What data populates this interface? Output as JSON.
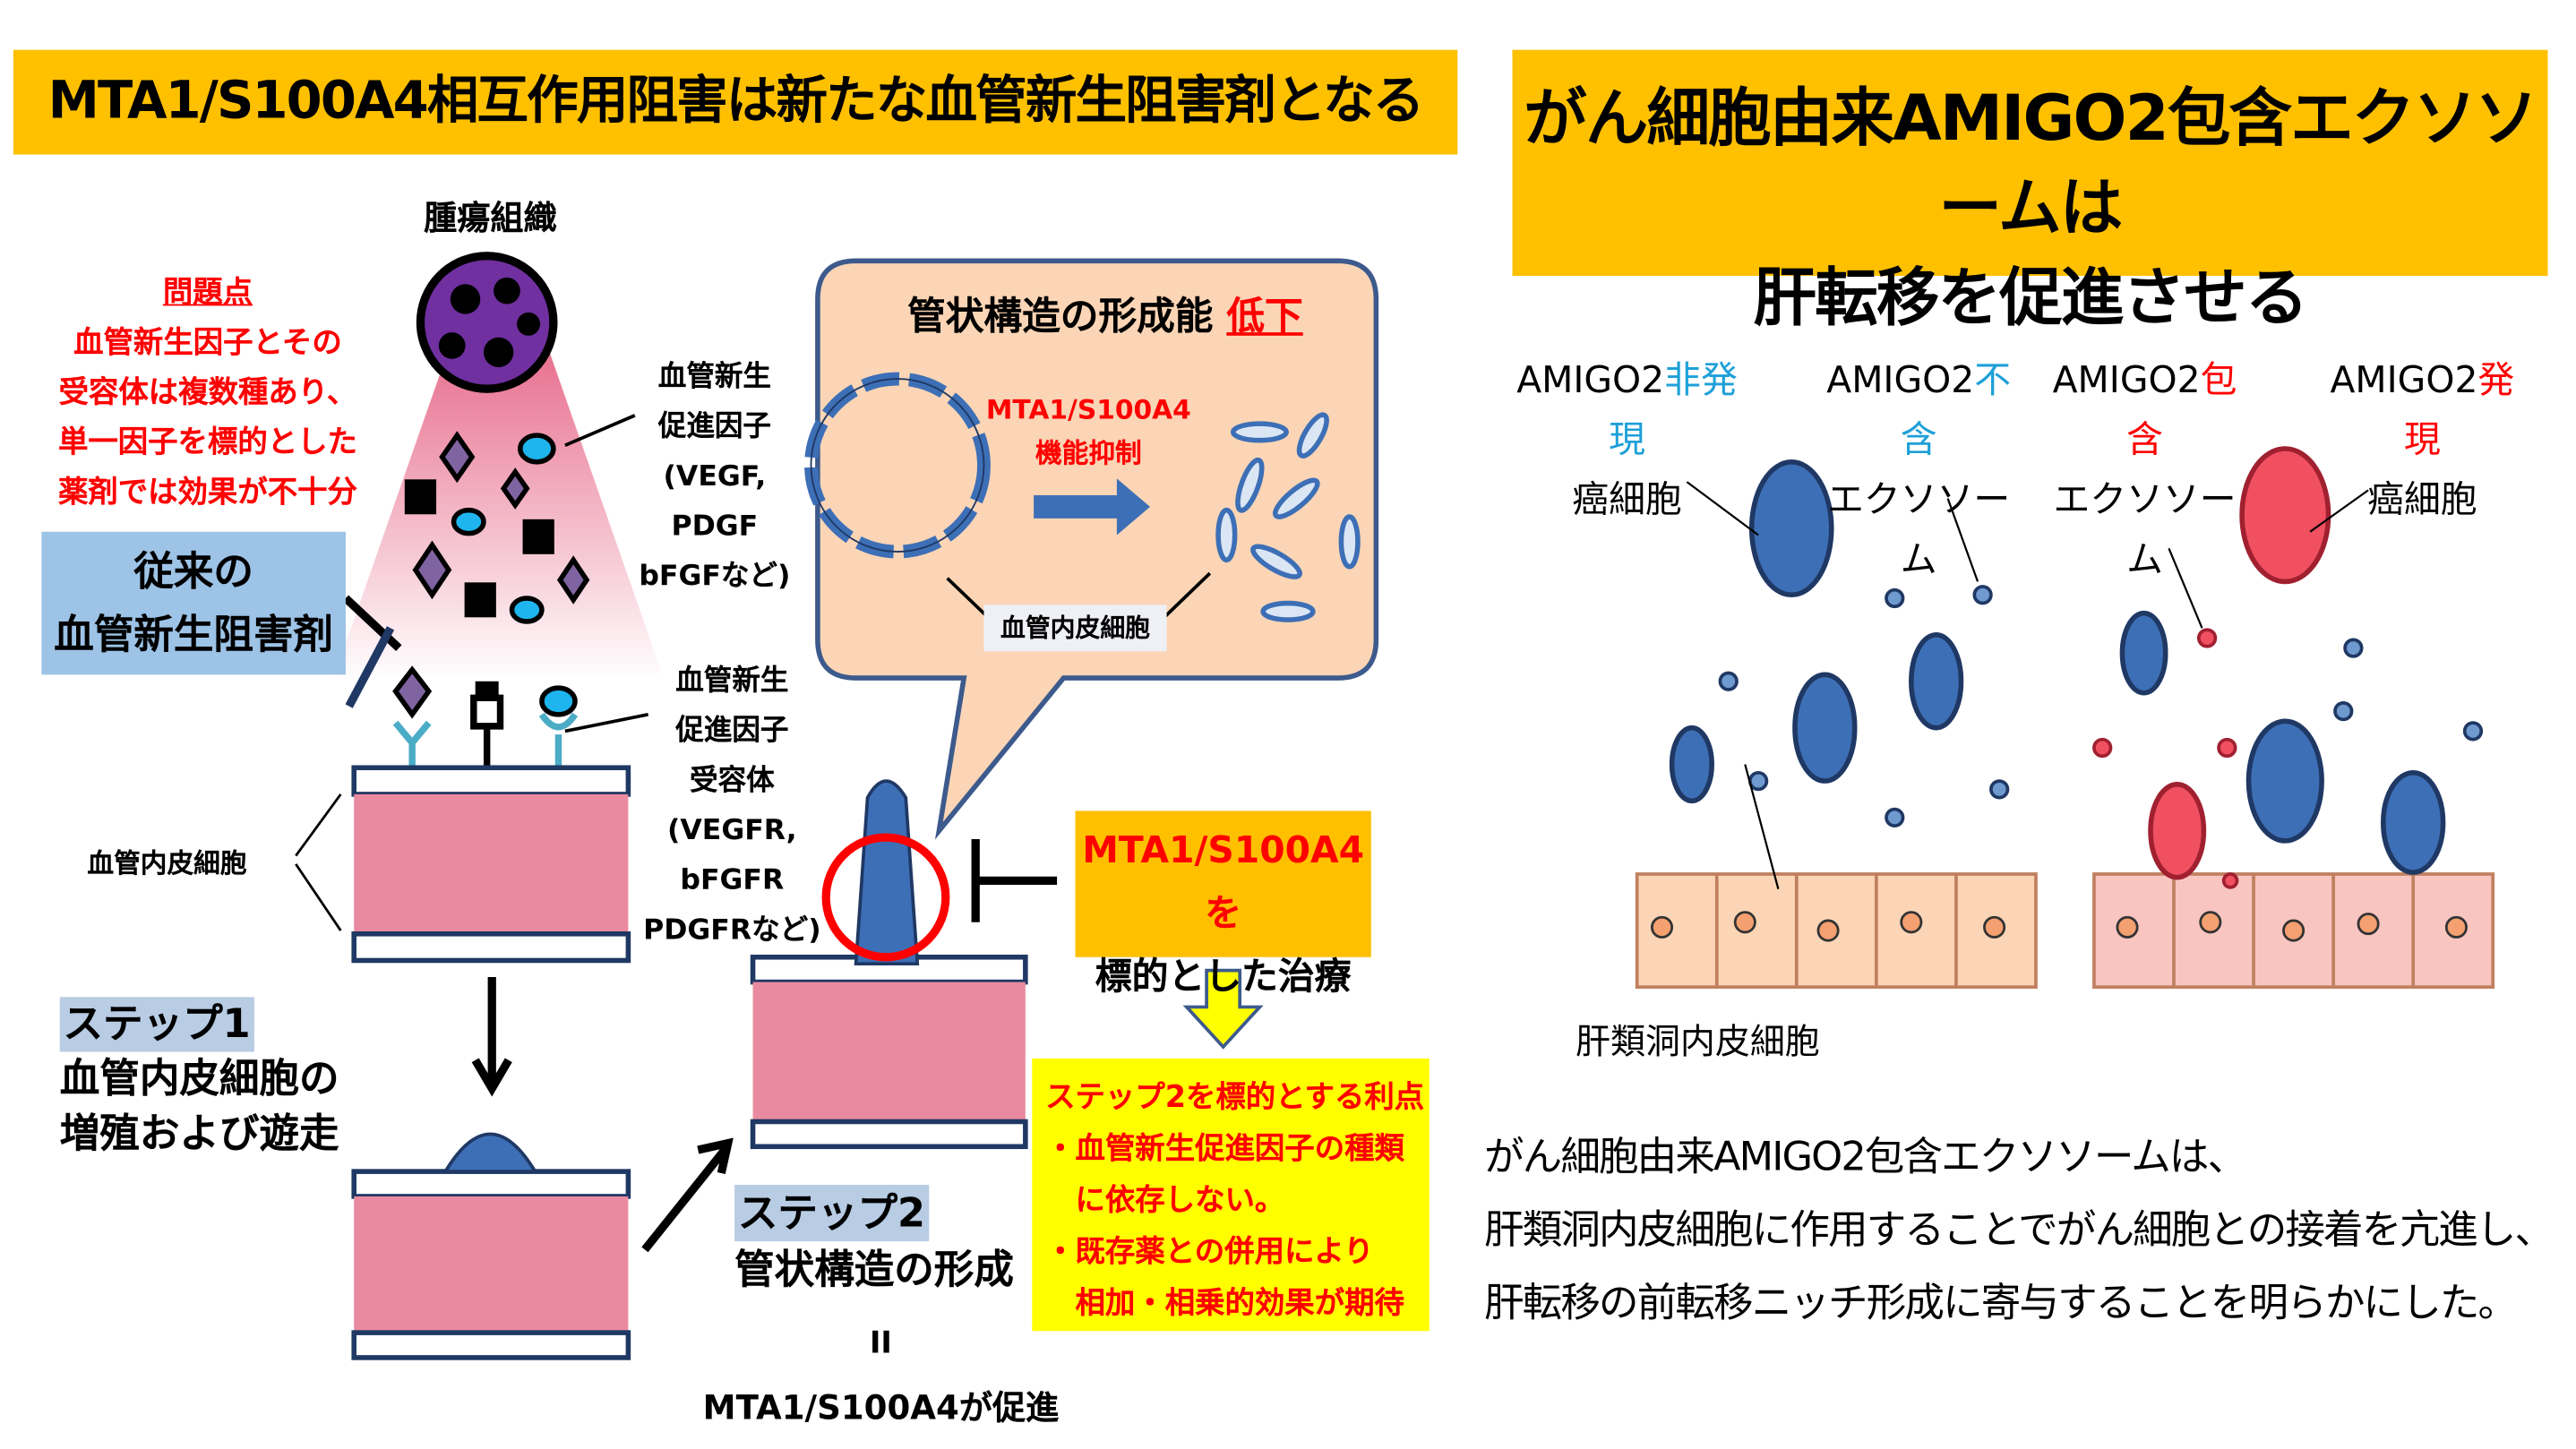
{
  "left": {
    "title": "MTA1/S100A4相互作用阻害は新たな血管新生阻害剤となる",
    "tumor_label": "腫瘍組織",
    "problem": {
      "heading": "問題点",
      "lines": [
        "血管新生因子とその",
        "受容体は複数種あり、",
        "単一因子を標的とした",
        "薬剤では効果が不十分"
      ]
    },
    "factor_label": [
      "血管新生",
      "促進因子",
      "(VEGF, PDGF",
      "bFGFなど)"
    ],
    "conventional": [
      "従来の",
      "血管新生阻害剤"
    ],
    "receptor_label": [
      "血管新生",
      "促進因子",
      "受容体",
      "(VEGFR, bFGFR",
      "PDGFRなど)"
    ],
    "endothelial_label": "血管内皮細胞",
    "step1": {
      "tag": "ステップ1",
      "lines": [
        "血管内皮細胞の",
        "増殖および遊走"
      ]
    },
    "step2": {
      "tag": "ステップ2",
      "line": "管状構造の形成",
      "equals": "II",
      "result": "MTA1/S100A4が促進"
    },
    "bubble": {
      "title": "管状構造の形成能",
      "title_red": "低下",
      "inhibit": [
        "MTA1/S100A4",
        "機能抑制"
      ],
      "cell_label": "血管内皮細胞"
    },
    "therapy": [
      "MTA1/S100A4を",
      "標的とした治療"
    ],
    "advantage": {
      "heading": "ステップ2を標的とする利点",
      "lines": [
        "・血管新生促進因子の種類",
        "　に依存しない。",
        "・既存薬との併用により",
        "　相加・相乗的効果が期待"
      ]
    }
  },
  "right": {
    "title_lines": [
      "がん細胞由来AMIGO2包含エクソソームは",
      "肝転移を促進させる"
    ],
    "labels": [
      {
        "prefix": "AMIGO2",
        "colored": "非発現",
        "color": "#1ea0d8",
        "second": "癌細胞"
      },
      {
        "prefix": "AMIGO2",
        "colored": "不含",
        "color": "#1ea0d8",
        "second": "エクソソーム"
      },
      {
        "prefix": "AMIGO2",
        "colored": "包含",
        "color": "#ff0000",
        "second": "エクソソーム"
      },
      {
        "prefix": "AMIGO2",
        "colored": "発現",
        "color": "#ff0000",
        "second": "癌細胞"
      }
    ],
    "sinusoid_label": "肝類洞内皮細胞",
    "summary": [
      "がん細胞由来AMIGO2包含エクソソームは、",
      "肝類洞内皮細胞に作用することでがん細胞との接着を亢進し、",
      "肝転移の前転移ニッチ形成に寄与することを明らかにした。"
    ]
  },
  "colors": {
    "title_bg": "#ffc000",
    "vessel": "#ea8aa0",
    "cell_blue": "#3d6fb6",
    "cell_red": "#f05060",
    "advantage_bg": "#ffff00",
    "bubble_bg": "#fbd5b5",
    "step_tag_bg": "#b8cce4",
    "conventional_bg": "#9dc3e6"
  }
}
